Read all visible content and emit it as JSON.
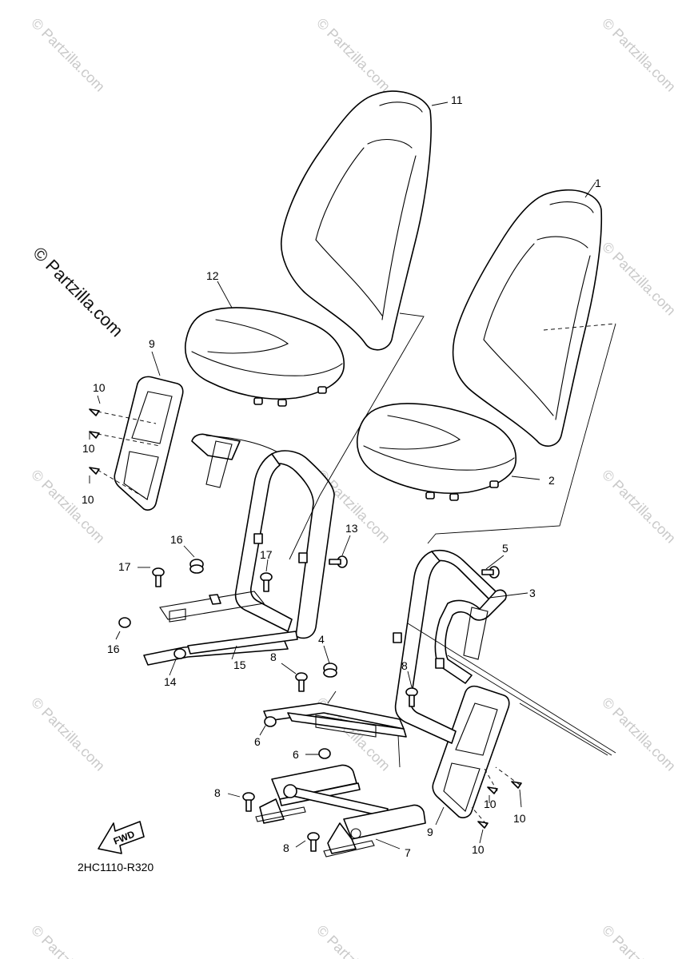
{
  "watermark": {
    "text": "© Partzilla.com"
  },
  "diagram_code": "2HC1110-R320",
  "fwd_label": "FWD",
  "callouts": [
    "1",
    "2",
    "3",
    "4",
    "5",
    "6",
    "6",
    "7",
    "8",
    "8",
    "8",
    "8",
    "9",
    "9",
    "10",
    "10",
    "10",
    "10",
    "10",
    "10",
    "11",
    "12",
    "13",
    "14",
    "15",
    "16",
    "16",
    "17",
    "17"
  ]
}
